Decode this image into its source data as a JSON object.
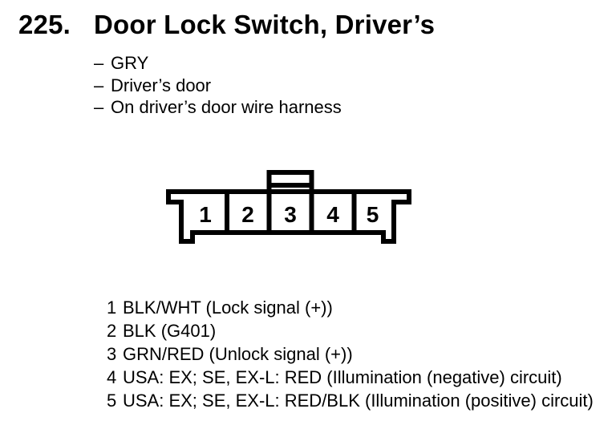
{
  "page": {
    "background_color": "#ffffff",
    "ink_color": "#000000"
  },
  "header": {
    "number": "225.",
    "title": "Door Lock Switch, Driver’s"
  },
  "details": {
    "bullet": "–",
    "items": [
      "GRY",
      "Driver’s door",
      "On driver’s door wire harness"
    ]
  },
  "connector": {
    "description": "5-cavity connector, front view, locking tab above cavity 3",
    "pin_numbers": [
      "1",
      "2",
      "3",
      "4",
      "5"
    ]
  },
  "pinout": {
    "rows": [
      {
        "pin": "1",
        "description": "BLK/WHT (Lock signal (+))"
      },
      {
        "pin": "2",
        "description": "BLK (G401)"
      },
      {
        "pin": "3",
        "description": "GRN/RED (Unlock signal (+))"
      },
      {
        "pin": "4",
        "description": "USA: EX; SE, EX-L: RED (Illumination (negative) circuit)"
      },
      {
        "pin": "5",
        "description": "USA: EX; SE, EX-L: RED/BLK (Illumination (positive) circuit)"
      }
    ]
  }
}
